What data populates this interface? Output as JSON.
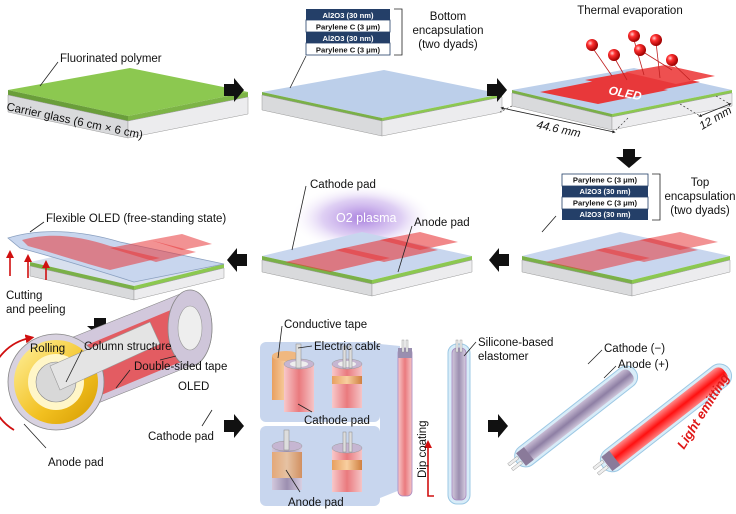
{
  "colors": {
    "oled_red": "#e8383a",
    "polymer_green": "#8cc850",
    "encap_blue": "#b8cbe8",
    "layer_navy": "#243f68",
    "plasma_purple": "#9a6ad8",
    "arrow": "#111111"
  },
  "step1": {
    "fluorinated_polymer": "Fluorinated polymer",
    "carrier_glass": "Carrier glass (6 cm × 6 cm)"
  },
  "step2": {
    "stack": [
      "Al2O3 (30 nm)",
      "Parylene C (3 μm)",
      "Al2O3 (30 nm)",
      "Parylene C (3 μm)"
    ],
    "caption": [
      "Bottom",
      "encapsulation",
      "(two dyads)"
    ]
  },
  "step3": {
    "title": "Thermal evaporation",
    "oled": "OLED",
    "dim_length": "44.6 mm",
    "dim_width": "12 mm"
  },
  "step4": {
    "stack": [
      "Parylene C (3 μm)",
      "Al2O3 (30 nm)",
      "Parylene C (3 μm)",
      "Al2O3 (30 nm)"
    ],
    "caption": [
      "Top",
      "encapsulation",
      "(two dyads)"
    ]
  },
  "step5": {
    "cathode_pad": "Cathode pad",
    "plasma": "O2 plasma",
    "anode_pad": "Anode pad"
  },
  "step6": {
    "title": "Flexible OLED (free-standing state)",
    "cutting": [
      "Cutting",
      "and peeling"
    ]
  },
  "step7": {
    "column": "Column structure",
    "tape": "Double-sided tape",
    "oled": "OLED",
    "rolling": "Rolling",
    "cathode_pad": "Cathode pad",
    "anode_pad": "Anode pad"
  },
  "step8": {
    "conductive_tape": "Conductive tape",
    "electric_cable": "Electric cable",
    "cathode_pad": "Cathode pad",
    "anode_pad": "Anode pad"
  },
  "step9": {
    "dip": "Dip coating",
    "elastomer": [
      "Silicone-based",
      "elastomer"
    ]
  },
  "step10": {
    "cathode": "Cathode (−)",
    "anode": "Anode (+)",
    "light": "Light emitting"
  }
}
